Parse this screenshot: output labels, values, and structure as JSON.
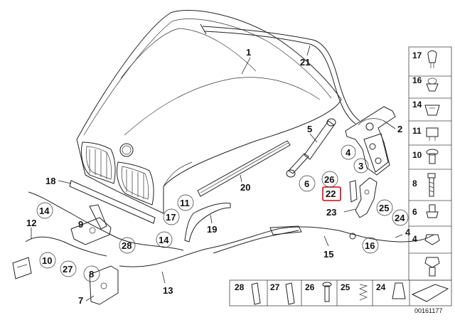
{
  "callouts": {
    "c1": "1",
    "c2": "2",
    "c3": "3",
    "c4a": "4",
    "c4b": "4",
    "c5": "5",
    "c6": "6",
    "c7": "7",
    "c8": "8",
    "c9": "9",
    "c10": "10",
    "c11": "11",
    "c12": "12",
    "c13": "13",
    "c14a": "14",
    "c14b": "14",
    "c15": "15",
    "c16": "16",
    "c17": "17",
    "c18": "18",
    "c19": "19",
    "c20": "20",
    "c21": "21",
    "c22": "22",
    "c23": "23",
    "c24": "24",
    "c25": "25",
    "c26": "26",
    "c27": "27",
    "c28": "28"
  },
  "side_panel": [
    "17",
    "16",
    "14",
    "11",
    "10",
    "8",
    "6",
    "4"
  ],
  "bottom_panel": [
    "28",
    "27",
    "26",
    "25",
    "24"
  ],
  "highlighted_callout": "22",
  "highlight_color": "#e00000",
  "reference_number": "00161177"
}
